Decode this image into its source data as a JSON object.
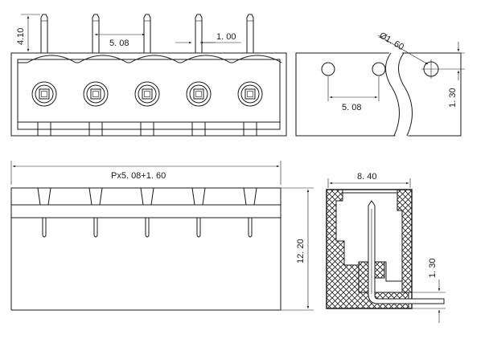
{
  "dimensions": {
    "pin_height": "4.10",
    "pitch_top": "5. 08",
    "pin_width": "1. 00",
    "hole_diameter": "Ø1. 60",
    "hole_pitch": "5. 08",
    "hole_offset": "1. 30",
    "total_length": "Px5. 08+1. 60",
    "height": "12. 20",
    "depth": "8. 40",
    "pin_offset": "1. 30"
  },
  "colors": {
    "line": "#1a1a1a",
    "background": "#ffffff"
  }
}
